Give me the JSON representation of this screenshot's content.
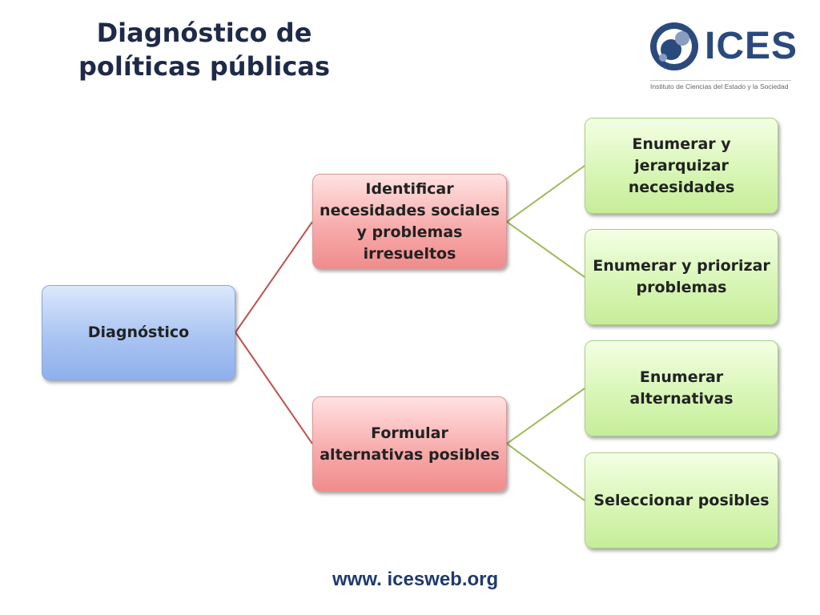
{
  "title": "Diagnóstico de políticas públicas",
  "logo": {
    "name": "ICES",
    "subtitle": "Instituto de Ciencias del Estado y la Sociedad",
    "colors": {
      "primary": "#2a4a7e",
      "secondary": "#8a9cc0"
    }
  },
  "diagram": {
    "root": {
      "label": "Diagnóstico"
    },
    "branches": [
      {
        "label": "Identificar necesidades sociales y problemas irresueltos",
        "children": [
          {
            "label": "Enumerar y jerarquizar necesidades"
          },
          {
            "label": "Enumerar y priorizar problemas"
          }
        ]
      },
      {
        "label": "Formular alternativas posibles",
        "children": [
          {
            "label": "Enumerar alternativas"
          },
          {
            "label": "Seleccionar posibles"
          }
        ]
      }
    ],
    "colors": {
      "root_fill": "#a9c4f2",
      "branch_fill": "#f7a8a8",
      "leaf_fill": "#d6f5b3",
      "branch_connector": "#c0504d",
      "leaf_connector": "#9bbb59"
    }
  },
  "footer": {
    "website": "www. icesweb.org"
  }
}
